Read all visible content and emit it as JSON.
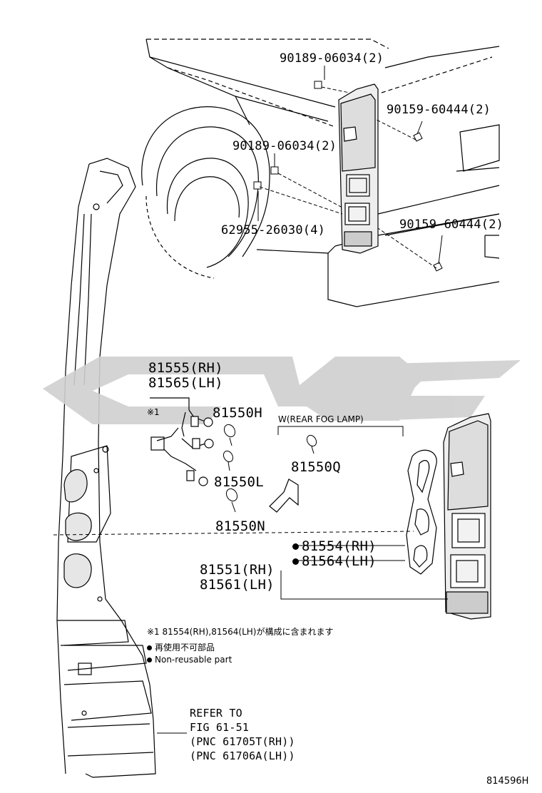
{
  "parts": {
    "p1": "90189-06034(2)",
    "p2": "90159-60444(2)",
    "p3": "90189-06034(2)",
    "p4": "62955-26030(4)",
    "p5": "90159-60444(2)",
    "p6": "81555(RH)",
    "p7": "81565(LH)",
    "p8": "81550H",
    "p9": "81550L",
    "p10": "81550N",
    "p11": "81550Q",
    "p12": "81554(RH)",
    "p13": "81564(LH)",
    "p14": "81551(RH)",
    "p15": "81561(LH)"
  },
  "fog_label": "W(REAR FOG LAMP)",
  "ref_mark": "※1",
  "notes": {
    "n1": "※1 81554(RH),81564(LH)が構成に含まれます",
    "n2": "再使用不可部品",
    "n3": "Non-reusable part"
  },
  "refer": {
    "line1": "REFER TO",
    "line2": "FIG 61-51",
    "line3": "(PNC 61705T(RH))",
    "line4": "(PNC 61706A(LH))"
  },
  "figure_id": "814596H",
  "colors": {
    "line": "#000000",
    "watermark": "#cfcfcf",
    "shade": "#e6e6e6"
  }
}
